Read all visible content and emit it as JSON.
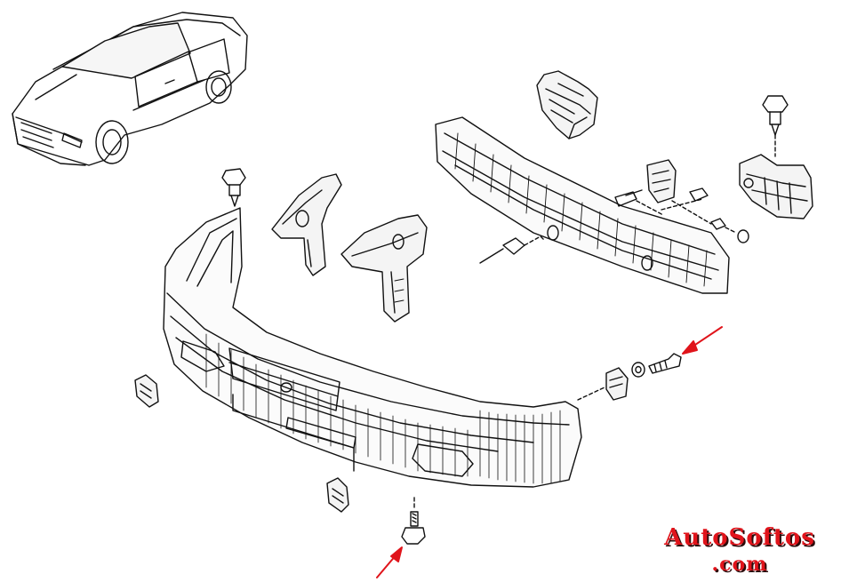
{
  "watermark": {
    "line1": "AutoSoftos",
    "line2": ".com",
    "color": "#e0141b",
    "shadow": "#2a0b0b"
  },
  "colors": {
    "ink": "#111111",
    "arrow": "#e0141b",
    "background": "#ffffff"
  },
  "callouts": [
    "arrow-to-side-bolt",
    "arrow-to-bottom-bolt"
  ]
}
